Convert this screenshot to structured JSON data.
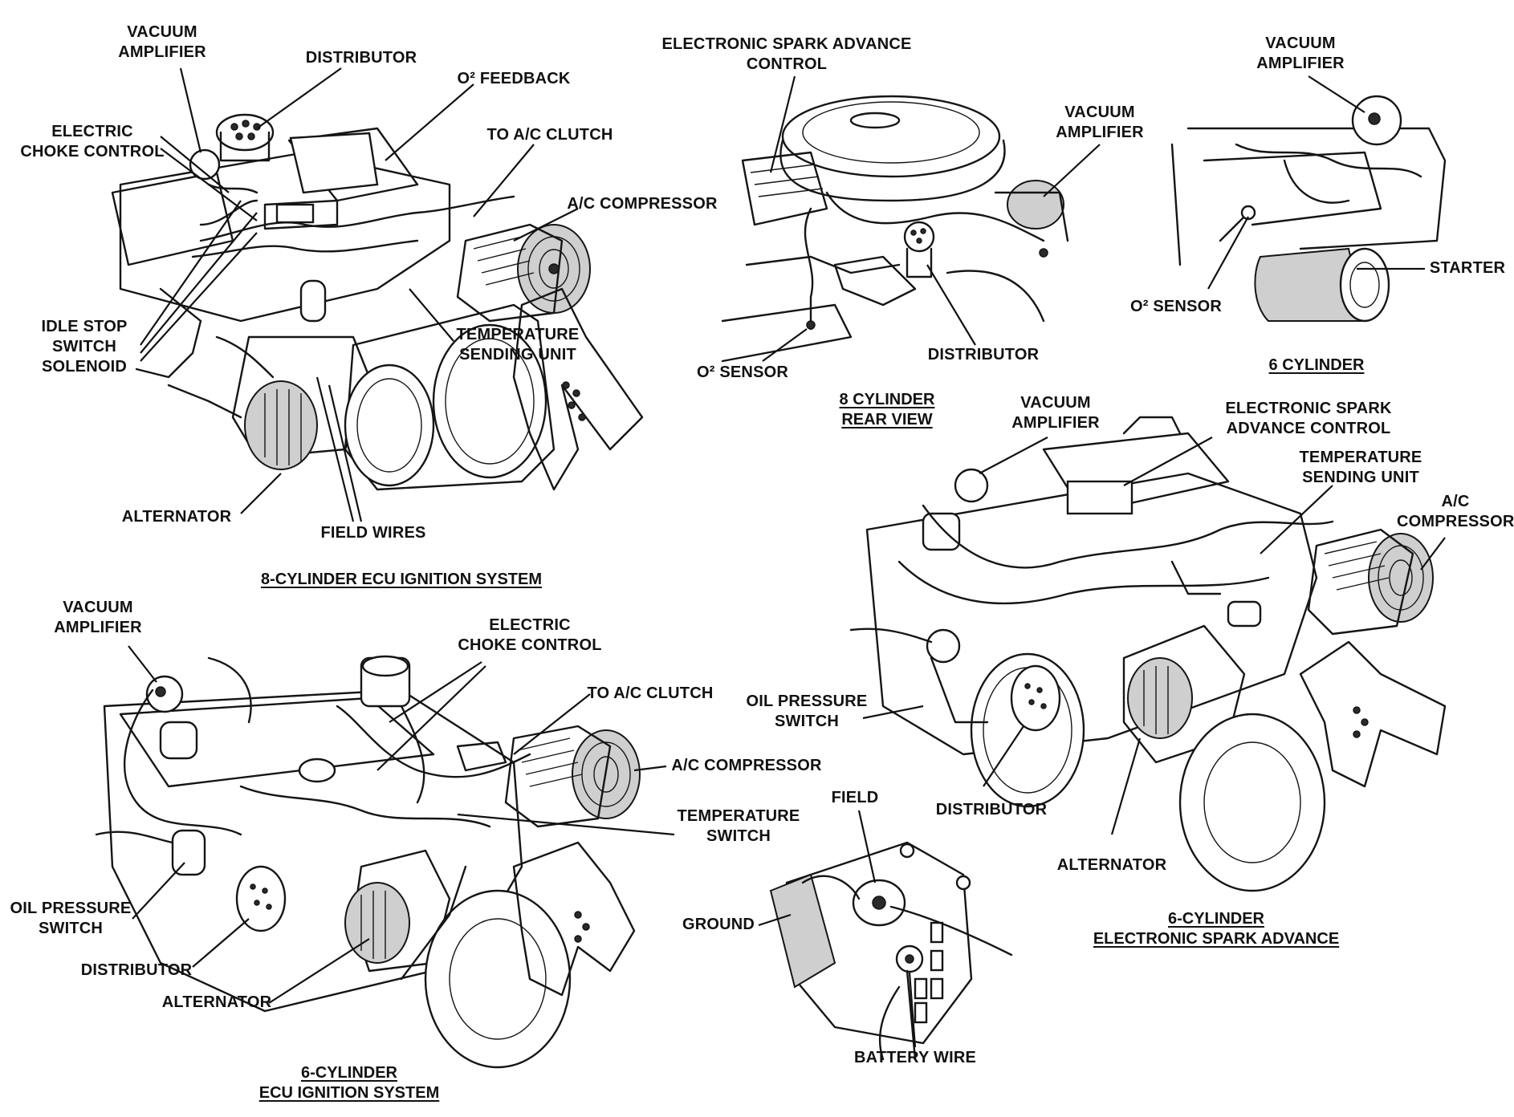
{
  "labels": {
    "v8_vacuum_amplifier": "VACUUM\nAMPLIFIER",
    "v8_distributor": "DISTRIBUTOR",
    "v8_o2_feedback": "O² FEEDBACK",
    "v8_electric_choke": "ELECTRIC\nCHOKE CONTROL",
    "v8_ac_clutch": "TO A/C CLUTCH",
    "v8_ac_compressor": "A/C COMPRESSOR",
    "v8_idle_stop": "IDLE STOP\nSWITCH\nSOLENOID",
    "v8_temp_sending": "TEMPERATURE\nSENDING UNIT",
    "v8_alternator": "ALTERNATOR",
    "v8_field_wires": "FIELD WIRES",
    "rear_esa_control": "ELECTRONIC SPARK ADVANCE\nCONTROL",
    "rear_vacuum_amplifier": "VACUUM\nAMPLIFIER",
    "rear_distributor": "DISTRIBUTOR",
    "rear_o2_sensor": "O² SENSOR",
    "c6_vacuum_amplifier": "VACUUM\nAMPLIFIER",
    "c6_starter": "STARTER",
    "c6_o2_sensor": "O² SENSOR",
    "esa6_vacuum_amplifier": "VACUUM\nAMPLIFIER",
    "esa6_esa_control": "ELECTRONIC SPARK\nADVANCE CONTROL",
    "esa6_temp_sending": "TEMPERATURE\nSENDING UNIT",
    "esa6_ac_compressor": "A/C\nCOMPRESSOR",
    "esa6_oil_pressure": "OIL PRESSURE\nSWITCH",
    "esa6_distributor": "DISTRIBUTOR",
    "esa6_alternator": "ALTERNATOR",
    "ecu6_vacuum_amplifier": "VACUUM\nAMPLIFIER",
    "ecu6_electric_choke": "ELECTRIC\nCHOKE CONTROL",
    "ecu6_ac_clutch": "TO A/C CLUTCH",
    "ecu6_ac_compressor": "A/C COMPRESSOR",
    "ecu6_temp_switch": "TEMPERATURE\nSWITCH",
    "ecu6_oil_pressure": "OIL PRESSURE\nSWITCH",
    "ecu6_distributor": "DISTRIBUTOR",
    "ecu6_alternator": "ALTERNATOR",
    "alt_field": "FIELD",
    "alt_ground": "GROUND",
    "alt_battery_wire": "BATTERY WIRE"
  },
  "captions": {
    "v8_ecu": "8-CYLINDER ECU IGNITION SYSTEM",
    "rear_view": "8 CYLINDER\nREAR VIEW",
    "six_cyl": "6 CYLINDER",
    "six_esa": "6-CYLINDER\nELECTRONIC SPARK ADVANCE",
    "six_ecu": "6-CYLINDER\nECU IGNITION SYSTEM"
  }
}
